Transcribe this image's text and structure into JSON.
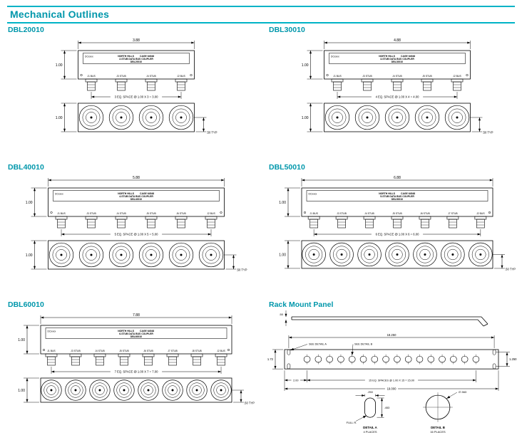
{
  "page": {
    "title": "Mechanical Outlines",
    "colors": {
      "accent": "#0097AB",
      "rule": "#00B3C6"
    }
  },
  "panels": [
    {
      "type": "coupler",
      "title": "DBL20010",
      "dims": {
        "width": "3.88",
        "height": "1.00",
        "front_height": "1.00",
        "typ": ".50 TYP",
        "spacing": "3 EQ. SPACE @ 1.00 X 3 = 3.00"
      },
      "label": {
        "dc": "DCxxxx",
        "maker": "NORTH HILLS",
        "cage": "CAGE 64548",
        "line2": "2-STUB DATA BUS COUPLER",
        "line3": "DBL20010"
      },
      "connectors": [
        "J1 BUS",
        "J3 STUB",
        "J4 STUB",
        "J2 BUS"
      ]
    },
    {
      "type": "coupler",
      "title": "DBL30010",
      "dims": {
        "width": "4.88",
        "height": "1.00",
        "front_height": "1.00",
        "typ": ".50 TYP",
        "spacing": "4 EQ. SPACE @ 1.00 X 4 = 4.00"
      },
      "label": {
        "dc": "DCxxxx",
        "maker": "NORTH HILLS",
        "cage": "CAGE 64548",
        "line2": "3-STUB DATA BUS COUPLER",
        "line3": "DBL30010"
      },
      "connectors": [
        "J1 BUS",
        "J3 STUB",
        "J4 STUB",
        "J5 STUB",
        "J2 BUS"
      ]
    },
    {
      "type": "coupler",
      "title": "DBL40010",
      "dims": {
        "width": "5.88",
        "height": "1.00",
        "front_height": "1.00",
        "typ": ".50 TYP",
        "spacing": "5 EQ. SPACE @ 1.00 X 5 = 5.00"
      },
      "label": {
        "dc": "DCxxxx",
        "maker": "NORTH HILLS",
        "cage": "CAGE 64548",
        "line2": "4-STUB DATA BUS COUPLER",
        "line3": "DBL40010"
      },
      "connectors": [
        "J1 BUS",
        "J3 STUB",
        "J4 STUB",
        "J5 STUB",
        "J6 STUB",
        "J2 BUS"
      ]
    },
    {
      "type": "coupler",
      "title": "DBL50010",
      "dims": {
        "width": "6.88",
        "height": "1.00",
        "front_height": "1.00",
        "typ": ".50 TYP",
        "spacing": "6 EQ. SPACE @ 1.00 X 6 = 6.00"
      },
      "label": {
        "dc": "DCxxxx",
        "maker": "NORTH HILLS",
        "cage": "CAGE 64548",
        "line2": "5-STUB DATA BUS COUPLER",
        "line3": "DBL50010"
      },
      "connectors": [
        "J1 BUS",
        "J3 STUB",
        "J4 STUB",
        "J5 STUB",
        "J6 STUB",
        "J7 STUB",
        "J2 BUS"
      ]
    },
    {
      "type": "coupler",
      "title": "DBL60010",
      "dims": {
        "width": "7.88",
        "height": "1.00",
        "front_height": "1.00",
        "typ": ".50 TYP",
        "spacing": "7 EQ. SPACE @ 1.00 X 7 = 7.00"
      },
      "label": {
        "dc": "DCxxxx",
        "maker": "NORTH HILLS",
        "cage": "CAGE 64548",
        "line2": "6-STUB DATA BUS COUPLER",
        "line3": "DBL60010"
      },
      "connectors": [
        "J1 BUS",
        "J3 STUB",
        "J4 STUB",
        "J5 STUB",
        "J6 STUB",
        "J7 STUB",
        "J8 STUB",
        "J2 BUS"
      ]
    },
    {
      "type": "rack",
      "title": "Rack Mount Panel",
      "side_view": {
        "thickness_label": ".50"
      },
      "dims": {
        "top_width": "18.250",
        "total_width": "19.000",
        "height": "1.72",
        "slot_spacing": "1.250",
        "edge_offset": "2.00",
        "spaces": "15 EQ. SPACES @ 1.00 X 15 = 15.00"
      },
      "callouts": {
        "detail_a": "SEE DETAIL A",
        "detail_b": "SEE DETAIL B"
      },
      "detail_a": {
        "width": ".250",
        "length": ".453",
        "radius_note": "FULL R.",
        "caption": "DETAIL A",
        "places": "4 PLACES"
      },
      "detail_b": {
        "diameter": "∅.563",
        "caption": "DETAIL B",
        "places": "16 PLACES"
      },
      "hole_count": 16
    }
  ]
}
